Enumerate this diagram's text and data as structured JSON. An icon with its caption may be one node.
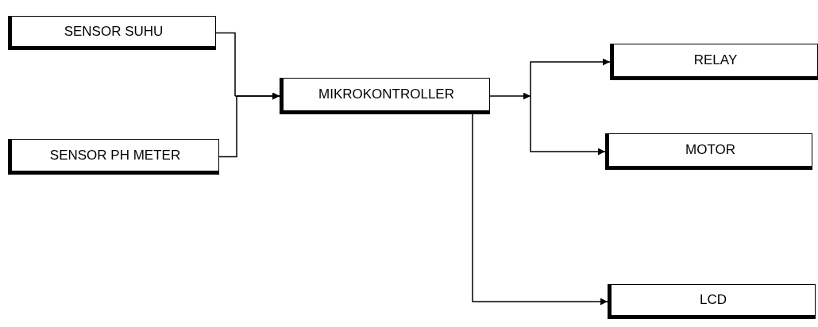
{
  "diagram": {
    "nodes": [
      {
        "text": [
          "SENSOR SUHU"
        ]
      },
      {
        "text": [
          "SENSOR PH METER"
        ]
      },
      {
        "text": [
          "MIKROKONTROLLER"
        ]
      },
      {
        "text": [
          "RELAY"
        ]
      },
      {
        "text": [
          "MOTOR"
        ]
      },
      {
        "text": [
          "LCD"
        ]
      }
    ],
    "edges": [
      {
        "from": 0,
        "to": 2,
        "arrow": "to"
      },
      {
        "from": 1,
        "to": 2,
        "arrow": "to"
      },
      {
        "from": 2,
        "to": 3,
        "arrow": "to"
      },
      {
        "from": 2,
        "to": 4,
        "arrow": "to"
      },
      {
        "from": 2,
        "to": 5,
        "arrow": "to"
      }
    ]
  }
}
